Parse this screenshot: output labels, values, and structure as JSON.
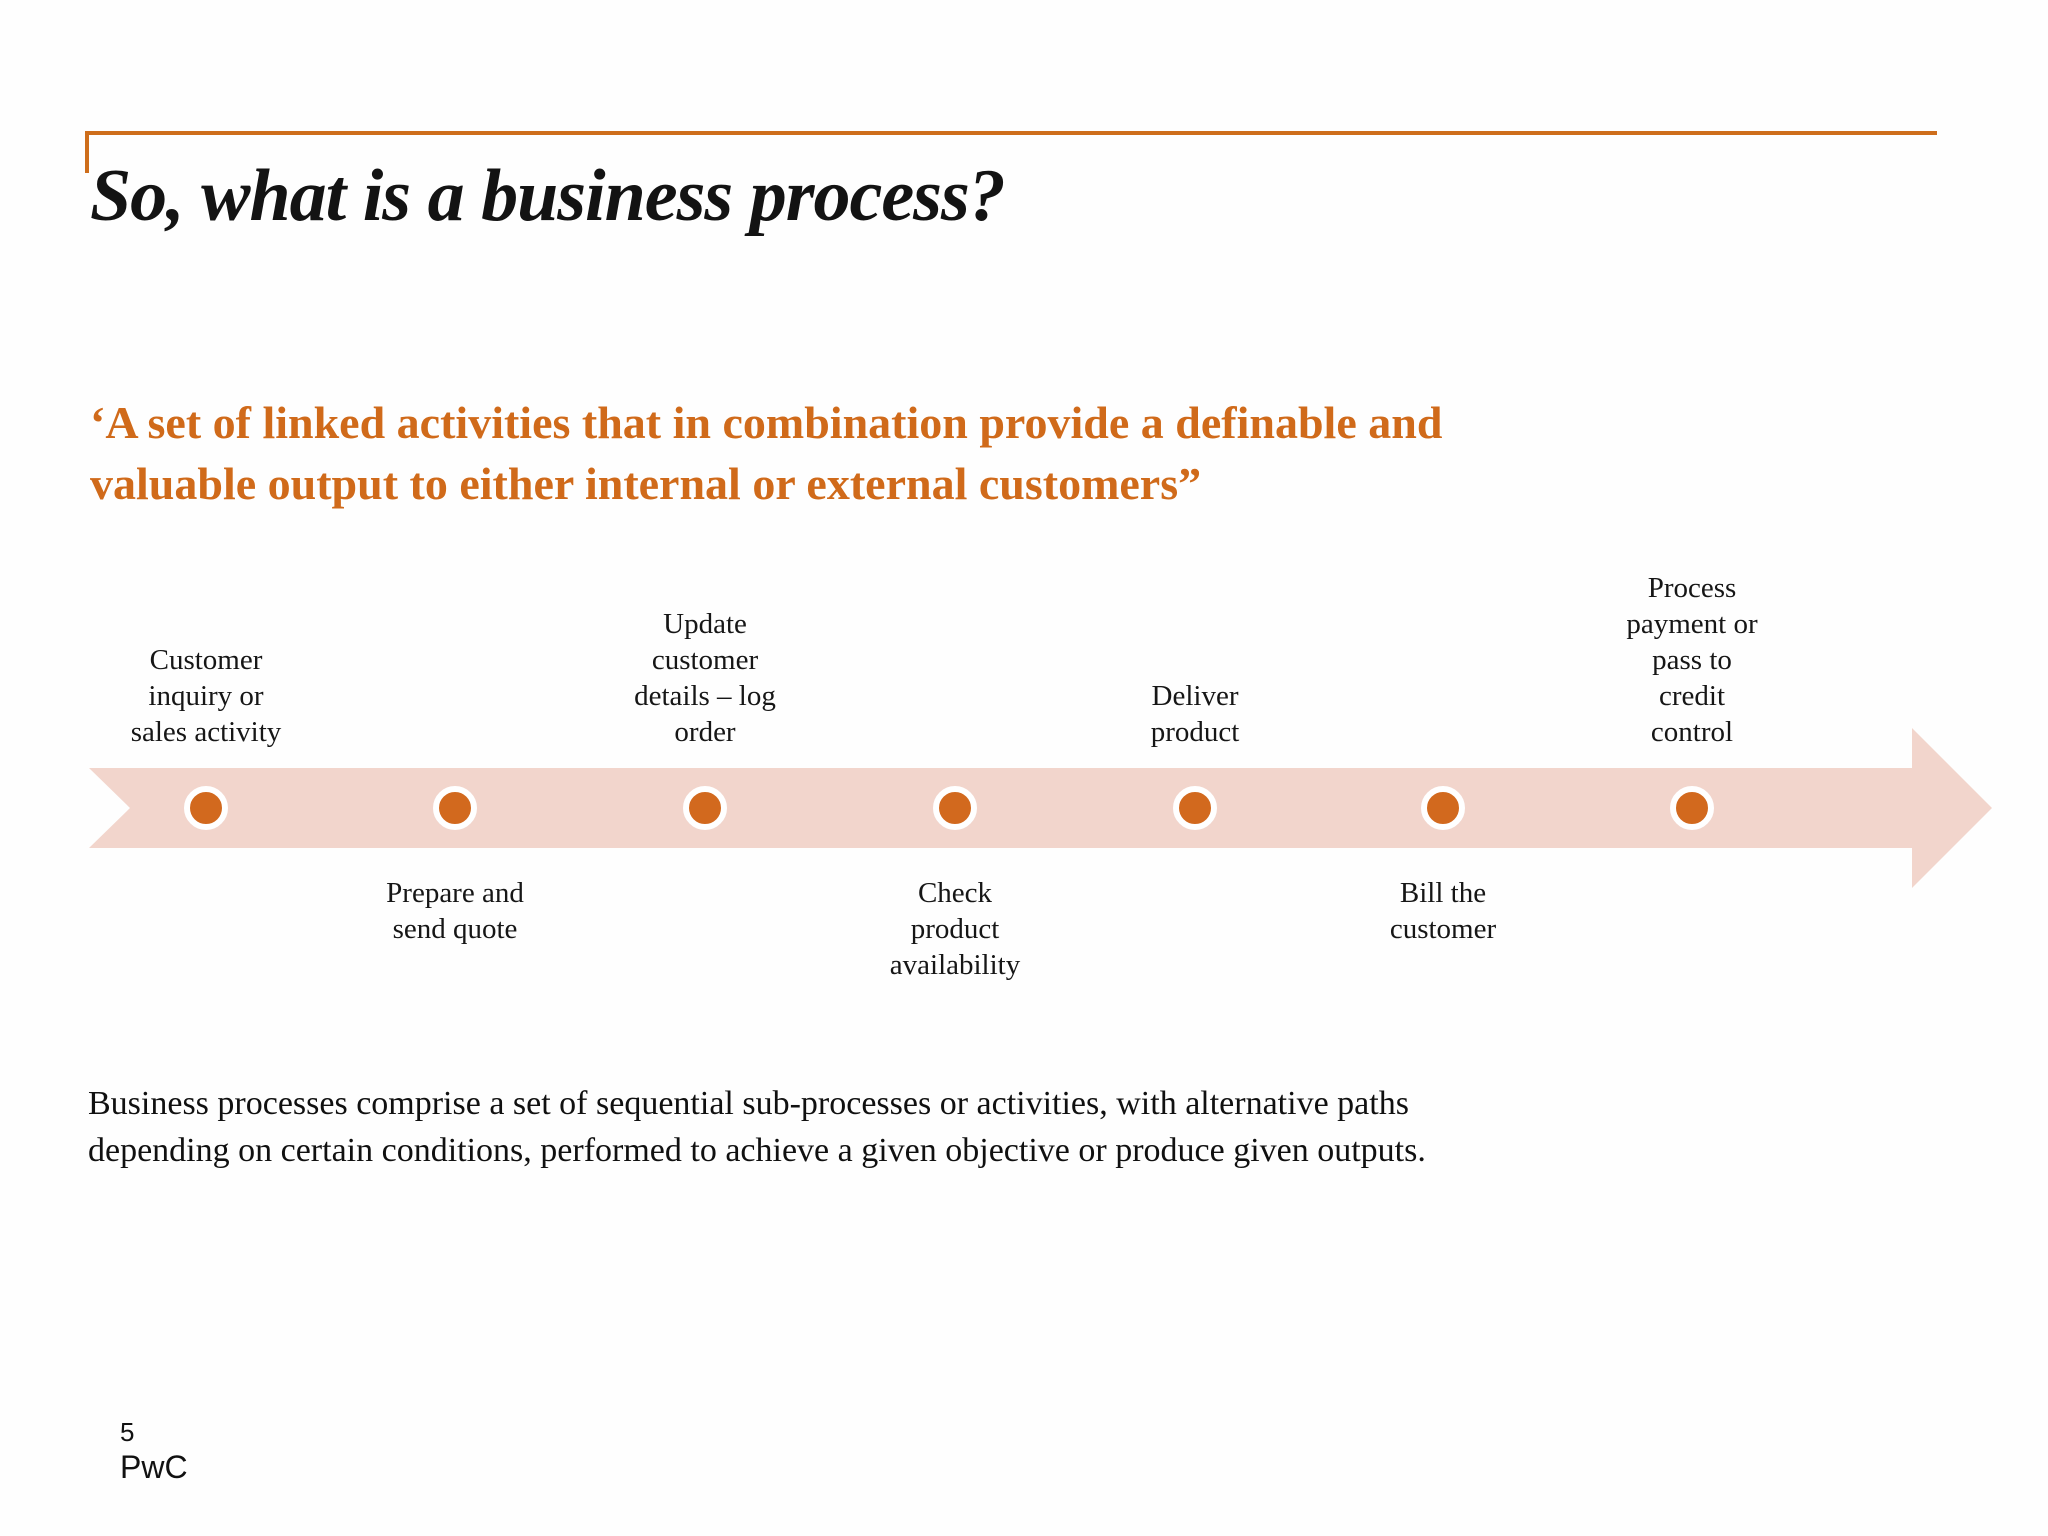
{
  "slide": {
    "title": "So, what is a business process?",
    "quote": "‘A set of linked activities that in combination provide a definable and\nvaluable output to either internal or external customers”",
    "body": "Business processes comprise a set of sequential sub-processes or activities, with alternative paths\ndepending on certain conditions, performed to achieve a given objective or produce given outputs.",
    "page_number": "5",
    "footer_logo": "PwC"
  },
  "timeline": {
    "steps": [
      {
        "label": "Customer\ninquiry or\nsales activity",
        "position": "above"
      },
      {
        "label": "Prepare and\nsend quote",
        "position": "below"
      },
      {
        "label": "Update\ncustomer\ndetails – log\norder",
        "position": "above"
      },
      {
        "label": "Check\nproduct\navailability",
        "position": "below"
      },
      {
        "label": "Deliver\nproduct",
        "position": "above"
      },
      {
        "label": "Bill the\ncustomer",
        "position": "below"
      },
      {
        "label": "Process\npayment or\npass to\ncredit\ncontrol",
        "position": "above"
      }
    ]
  },
  "colors": {
    "accent": "#d06a1a",
    "rule": "#ce6e1c",
    "band": "#f2d5cc",
    "dot": "#d2691e",
    "ring": "#ffffff",
    "text": "#141414"
  }
}
